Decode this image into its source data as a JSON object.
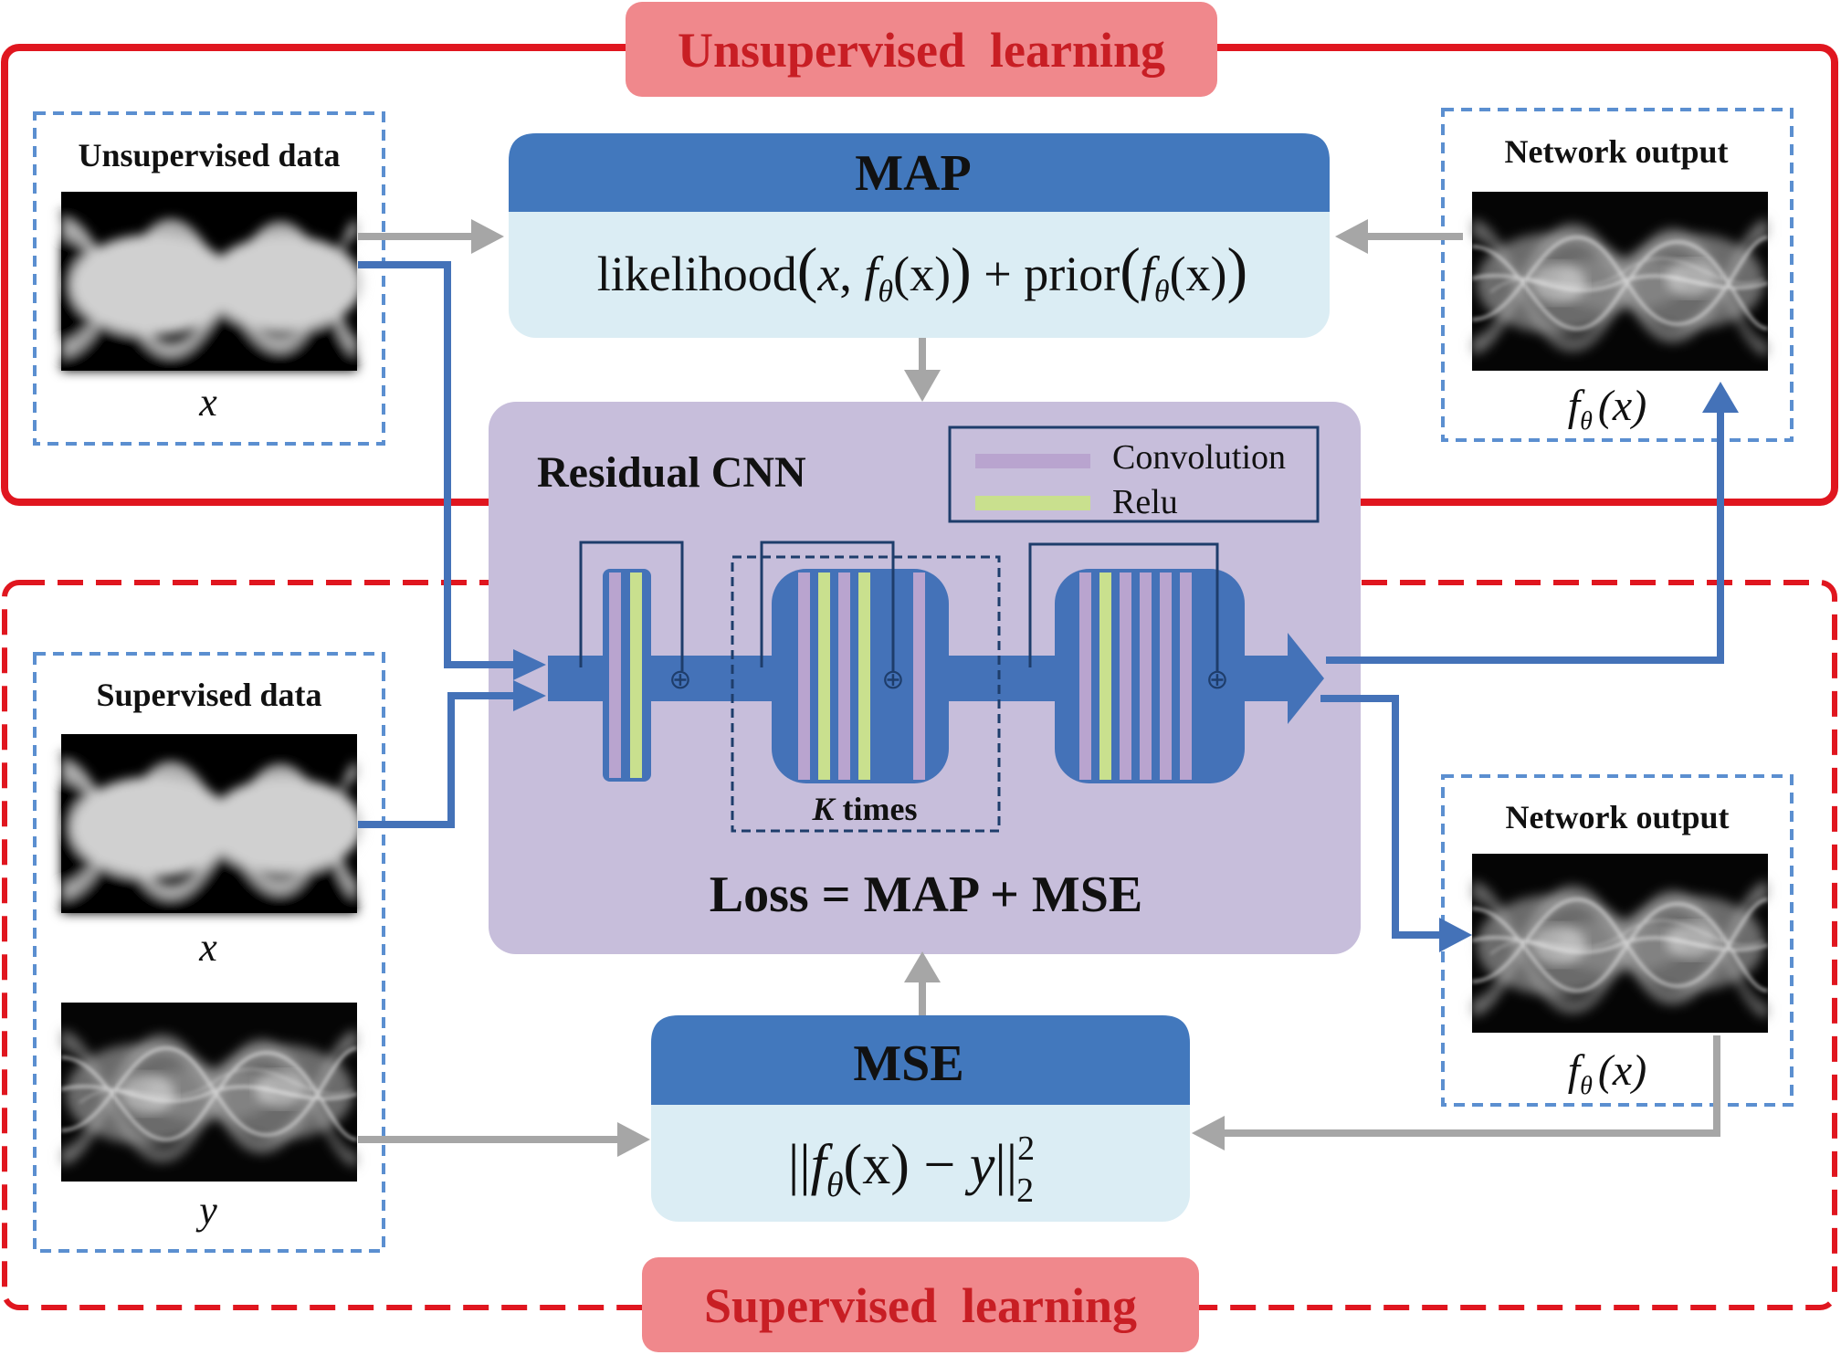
{
  "banners": {
    "unsupervised": "Unsupervised  learning",
    "supervised": "Supervised  learning"
  },
  "unsupervised_data": {
    "title": "Unsupervised data",
    "x_label": "x"
  },
  "supervised_data": {
    "title": "Supervised data",
    "x_label": "x",
    "y_label": "y"
  },
  "network_output_top": {
    "title": "Network output",
    "label_f": "f",
    "label_sub": "θ",
    "label_arg": "(x)"
  },
  "network_output_bottom": {
    "title": "Network output",
    "label_f": "f",
    "label_sub": "θ",
    "label_arg": "(x)"
  },
  "map_box": {
    "title": "MAP",
    "formula_parts": {
      "likelihood": "likelihood",
      "open1": "(",
      "x1": "x",
      "comma": ", ",
      "f1": "f",
      "theta1": "θ",
      "arg1": "(x)",
      "close1": ")",
      "plus": " + ",
      "prior": "prior",
      "open2": "(",
      "f2": "f",
      "theta2": "θ",
      "arg2": "(x)",
      "close2": ")"
    }
  },
  "mse_box": {
    "title": "MSE",
    "formula_parts": {
      "bars_open": "||",
      "f": "f",
      "theta": "θ",
      "arg": "(x)",
      "minus": " − ",
      "y": "y",
      "bars_close": "||",
      "sup": "2",
      "sub": "2"
    }
  },
  "cnn": {
    "title": "Residual CNN",
    "legend": {
      "conv": "Convolution",
      "relu": "Relu"
    },
    "k_times_k": "K",
    "k_times_rest": " times",
    "loss": "Loss = MAP + MSE",
    "plus_symbol": "⊕"
  },
  "colors": {
    "red": "#e0161f",
    "banner_fill": "#f0888c",
    "banner_text": "#c81e24",
    "blue": "#4472b8",
    "header_blue": "#4278bd",
    "light_blue": "#dbedf4",
    "purple_bg": "#c7bedb",
    "conv": "#b9a4cf",
    "relu": "#c9e08e",
    "gray_arrow": "#a6a6a6",
    "dashed_blue": "#5b8fd0"
  }
}
